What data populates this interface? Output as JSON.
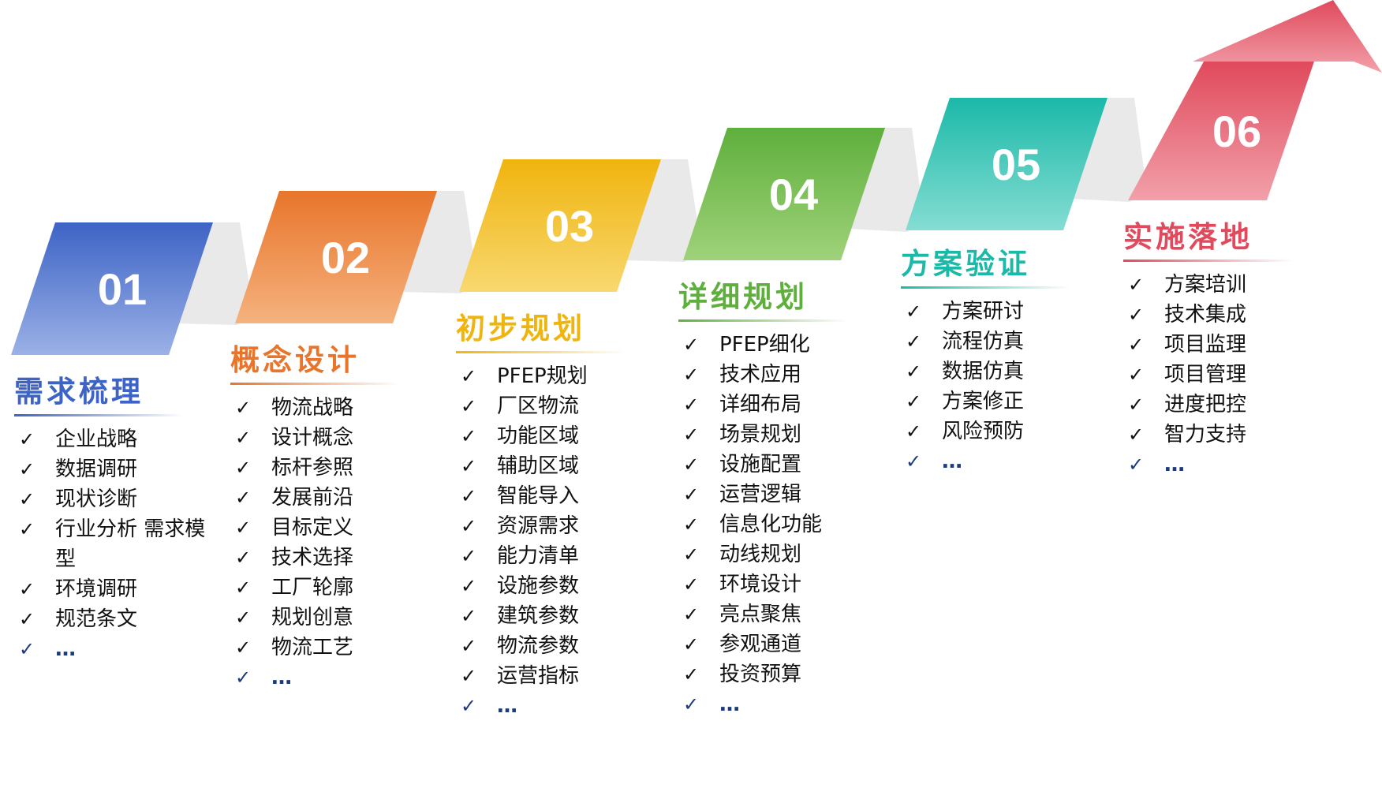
{
  "stages": [
    {
      "number": "01",
      "title": "需求梳理",
      "color": "#3d63c5",
      "color_light": "#9bb1e6",
      "items": [
        "企业战略",
        "数据调研",
        "现状诊断",
        "行业分析 需求模型",
        "环境调研",
        "规范条文"
      ],
      "more": "…"
    },
    {
      "number": "02",
      "title": "概念设计",
      "color": "#e8752b",
      "color_light": "#f5b27e",
      "items": [
        "物流战略",
        "设计概念",
        "标杆参照",
        "发展前沿",
        "目标定义",
        "技术选择",
        "工厂轮廓",
        "规划创意",
        "物流工艺"
      ],
      "more": "…"
    },
    {
      "number": "03",
      "title": "初步规划",
      "color": "#f0b40e",
      "color_light": "#f8d870",
      "items": [
        "PFEP规划",
        "厂区物流",
        "功能区域",
        "辅助区域",
        "智能导入",
        "资源需求",
        "能力清单",
        "设施参数",
        "建筑参数",
        "物流参数",
        "运营指标"
      ],
      "more": "…"
    },
    {
      "number": "04",
      "title": "详细规划",
      "color": "#5faf3c",
      "color_light": "#9fd27a",
      "items": [
        "PFEP细化",
        "技术应用",
        "详细布局",
        "场景规划",
        "设施配置",
        "运营逻辑",
        "信息化功能",
        "动线规划",
        "环境设计",
        "亮点聚焦",
        "参观通道",
        "投资预算"
      ],
      "more": "…"
    },
    {
      "number": "05",
      "title": "方案验证",
      "color": "#1bb9a8",
      "color_light": "#85ddd3",
      "items": [
        "方案研讨",
        "流程仿真",
        "数据仿真",
        "方案修正",
        "风险预防"
      ],
      "more": "…"
    },
    {
      "number": "06",
      "title": "实施落地",
      "color": "#e04a5c",
      "color_light": "#f2a0aa",
      "items": [
        "方案培训",
        "技术集成",
        "项目监理",
        "项目管理",
        "进度把控",
        "智力支持"
      ],
      "more": "…"
    }
  ],
  "check_glyph": "✓",
  "connector_color": "#e9e9e9"
}
